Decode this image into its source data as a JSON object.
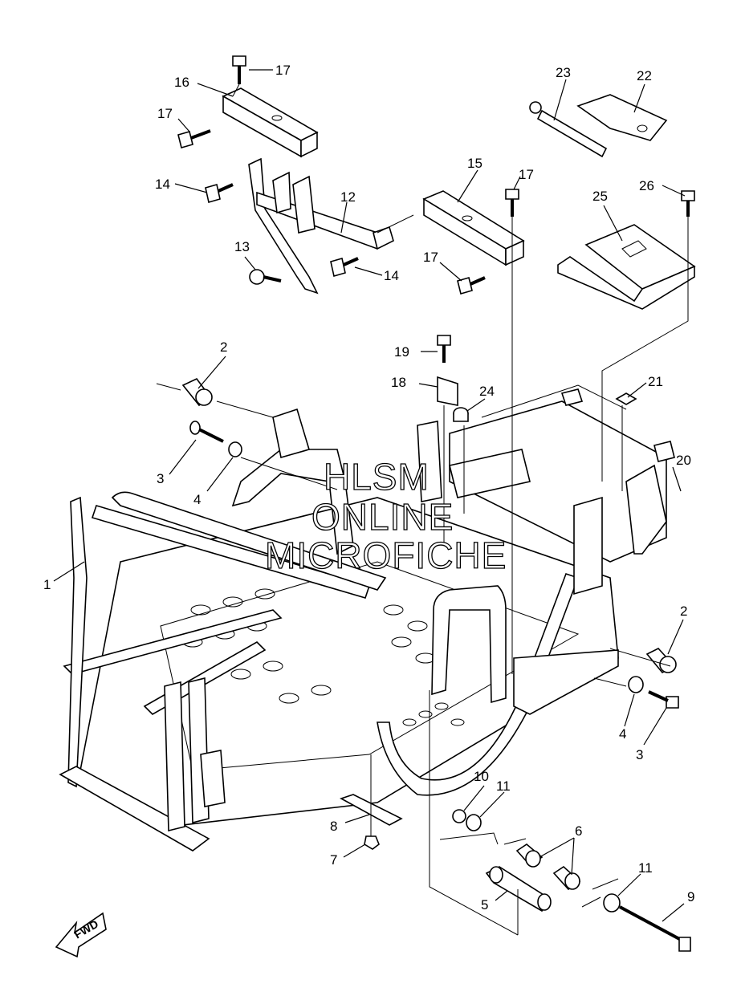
{
  "watermark": {
    "lines": [
      "HLSM",
      "ONLINE",
      "MICROFICHE"
    ]
  },
  "direction_badge": {
    "label": "FWD"
  },
  "callouts": [
    {
      "id": "c1",
      "label": "1"
    },
    {
      "id": "c2a",
      "label": "2"
    },
    {
      "id": "c2b",
      "label": "2"
    },
    {
      "id": "c3a",
      "label": "3"
    },
    {
      "id": "c3b",
      "label": "3"
    },
    {
      "id": "c4a",
      "label": "4"
    },
    {
      "id": "c4b",
      "label": "4"
    },
    {
      "id": "c5",
      "label": "5"
    },
    {
      "id": "c6",
      "label": "6"
    },
    {
      "id": "c7",
      "label": "7"
    },
    {
      "id": "c8",
      "label": "8"
    },
    {
      "id": "c9",
      "label": "9"
    },
    {
      "id": "c10",
      "label": "10"
    },
    {
      "id": "c11a",
      "label": "11"
    },
    {
      "id": "c11b",
      "label": "11"
    },
    {
      "id": "c12",
      "label": "12"
    },
    {
      "id": "c13",
      "label": "13"
    },
    {
      "id": "c14a",
      "label": "14"
    },
    {
      "id": "c14b",
      "label": "14"
    },
    {
      "id": "c15",
      "label": "15"
    },
    {
      "id": "c16",
      "label": "16"
    },
    {
      "id": "c17a",
      "label": "17"
    },
    {
      "id": "c17b",
      "label": "17"
    },
    {
      "id": "c17c",
      "label": "17"
    },
    {
      "id": "c17d",
      "label": "17"
    },
    {
      "id": "c18",
      "label": "18"
    },
    {
      "id": "c19",
      "label": "19"
    },
    {
      "id": "c20",
      "label": "20"
    },
    {
      "id": "c21",
      "label": "21"
    },
    {
      "id": "c22",
      "label": "22"
    },
    {
      "id": "c23",
      "label": "23"
    },
    {
      "id": "c24",
      "label": "24"
    },
    {
      "id": "c25",
      "label": "25"
    },
    {
      "id": "c26",
      "label": "26"
    }
  ]
}
